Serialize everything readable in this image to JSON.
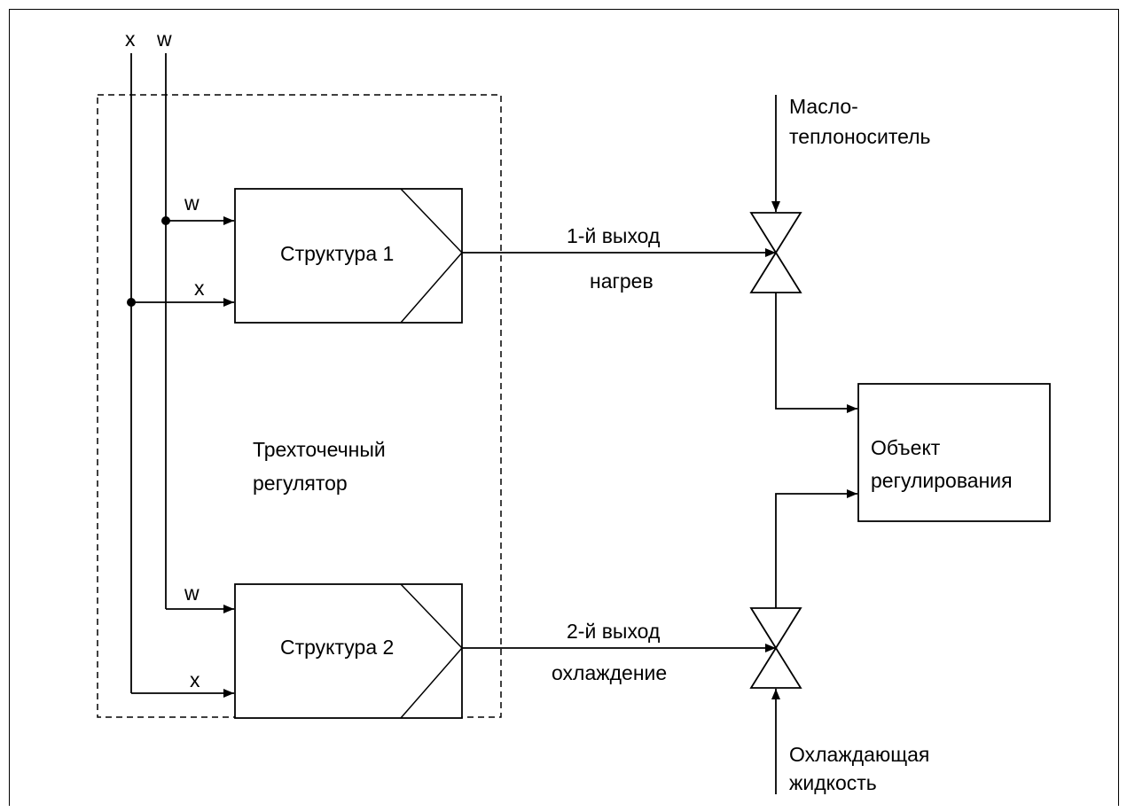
{
  "inputs": {
    "x": "x",
    "w": "w"
  },
  "controller": {
    "label_line1": "Трехточечный",
    "label_line2": "регулятор",
    "block1": {
      "label": "Структура 1",
      "in_w": "w",
      "in_x": "x"
    },
    "block2": {
      "label": "Структура 2",
      "in_w": "w",
      "in_x": "x"
    }
  },
  "output1": {
    "label": "1-й выход",
    "sublabel": "нагрев"
  },
  "output2": {
    "label": "2-й выход",
    "sublabel": "охлаждение"
  },
  "heating_medium": {
    "line1": "Масло-",
    "line2": "теплоноситель"
  },
  "coolant": {
    "line1": "Охлаждающая",
    "line2": "жидкость"
  },
  "plant": {
    "line1": "Объект",
    "line2": "регулирования"
  }
}
